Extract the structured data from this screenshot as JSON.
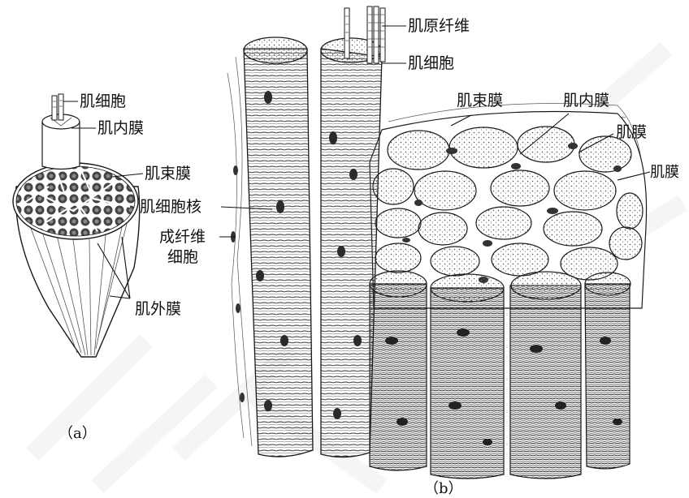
{
  "figure_a": {
    "caption": "（a）",
    "labels": {
      "myocyte": "肌细胞",
      "endomysium": "肌内膜",
      "perimysium": "肌束膜",
      "epimysium": "肌外膜"
    }
  },
  "figure_b": {
    "caption": "（b）",
    "labels": {
      "myofibril": "肌原纤维",
      "myocyte": "肌细胞",
      "perimysium": "肌束膜",
      "endomysium": "肌内膜",
      "membrane_1": "肌膜",
      "membrane_2": "肌膜",
      "nucleus": "肌细胞核",
      "fibroblast_line1": "成纤维",
      "fibroblast_line2": "细胞"
    }
  },
  "colors": {
    "ink": "#1a1a1a",
    "stipple": "#555555",
    "nucleus_fill": "#333333",
    "watermark": "#ececec"
  }
}
